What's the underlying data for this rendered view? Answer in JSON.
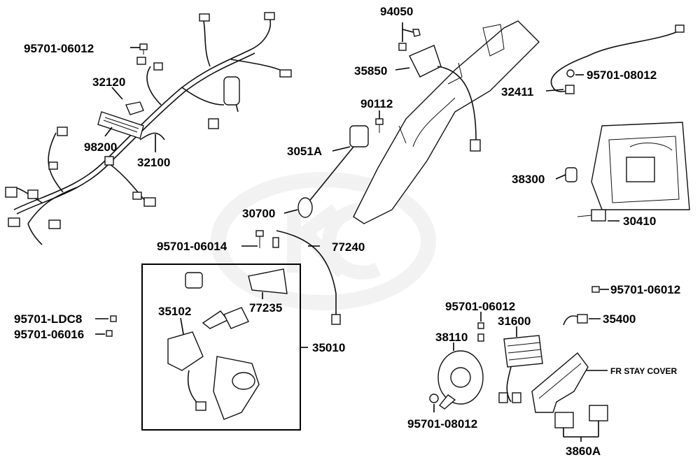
{
  "diagram": {
    "parts": {
      "p_95701_06012_top": "95701-06012",
      "p_32120": "32120",
      "p_98200": "98200",
      "p_32100": "32100",
      "p_94050": "94050",
      "p_35850": "35850",
      "p_90112": "90112",
      "p_3051a": "3051A",
      "p_30700": "30700",
      "p_95701_06014": "95701-06014",
      "p_77240": "77240",
      "p_77235": "77235",
      "p_35102": "35102",
      "p_35010": "35010",
      "p_95701_ldc8": "95701-LDC8",
      "p_95701_06016": "95701-06016",
      "p_95701_08012_right": "95701-08012",
      "p_32411": "32411",
      "p_38300": "38300",
      "p_30410": "30410",
      "p_95701_06012_right": "95701-06012",
      "p_35400": "35400",
      "p_95701_06012_mid": "95701-06012",
      "p_31600": "31600",
      "p_38110": "38110",
      "p_95701_08012_bottom": "95701-08012",
      "p_3860a": "3860A"
    },
    "annotation": "FR STAY COVER"
  }
}
